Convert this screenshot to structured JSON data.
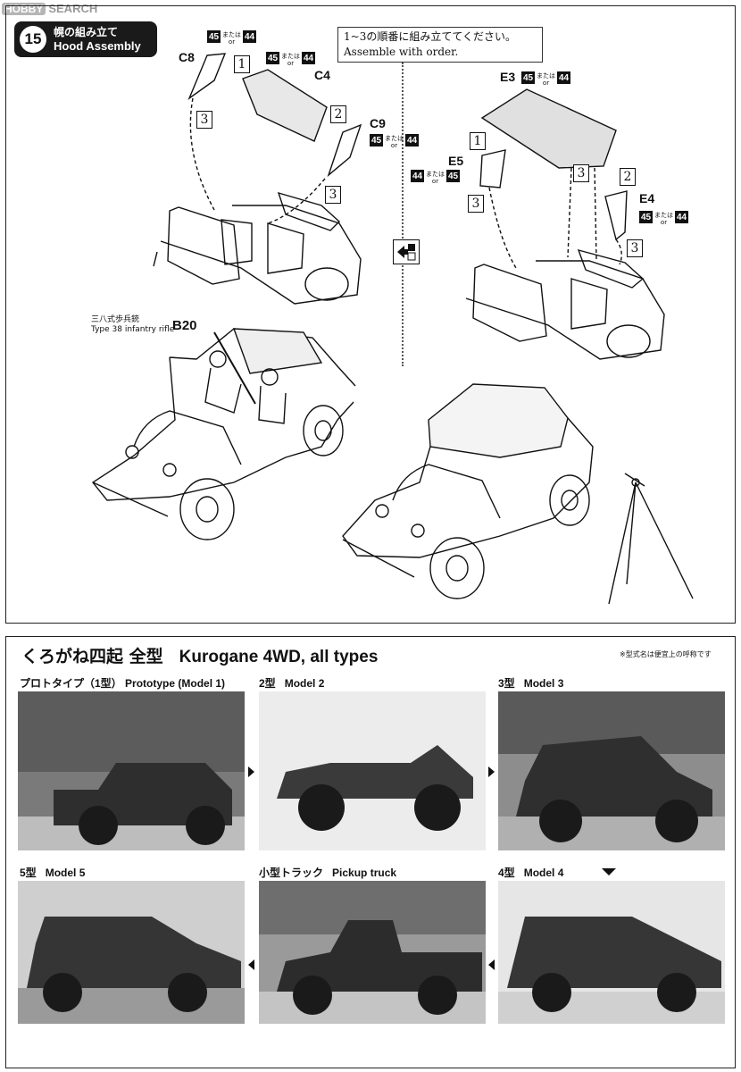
{
  "watermark": {
    "brand": "HOBBY",
    "text": "SEARCH"
  },
  "step": {
    "number": "15",
    "title_jp": "幌の組み立て",
    "title_en": "Hood Assembly"
  },
  "note": {
    "jp": "1~3の順番に組み立ててください。",
    "en": "Assemble with order."
  },
  "parts": {
    "c8": "C8",
    "c4": "C4",
    "c9": "C9",
    "e3": "E3",
    "e5": "E5",
    "e4": "E4",
    "b20": "B20"
  },
  "paint": {
    "a": "45",
    "or_jp": "または",
    "or_en": "or",
    "b": "44"
  },
  "steps": {
    "s1": "1",
    "s2": "2",
    "s3": "3"
  },
  "rifle": {
    "jp": "三八式歩兵銃",
    "en": "Type 38 infantry rifle"
  },
  "gallery": {
    "title_jp": "くろがね四起 全型",
    "title_en": "Kurogane 4WD, all types",
    "note": "※型式名は便宜上の呼称です",
    "captions": [
      {
        "jp": "プロトタイプ（1型）",
        "en": "Prototype (Model 1)"
      },
      {
        "jp": "2型",
        "en": "Model 2"
      },
      {
        "jp": "3型",
        "en": "Model 3"
      },
      {
        "jp": "5型",
        "en": "Model 5"
      },
      {
        "jp": "小型トラック",
        "en": "Pickup truck"
      },
      {
        "jp": "4型",
        "en": "Model 4"
      }
    ]
  },
  "colors": {
    "ink": "#111111",
    "paper": "#ffffff",
    "photo_gray": "#8a8a8a",
    "badge": "#1a1a1a"
  }
}
